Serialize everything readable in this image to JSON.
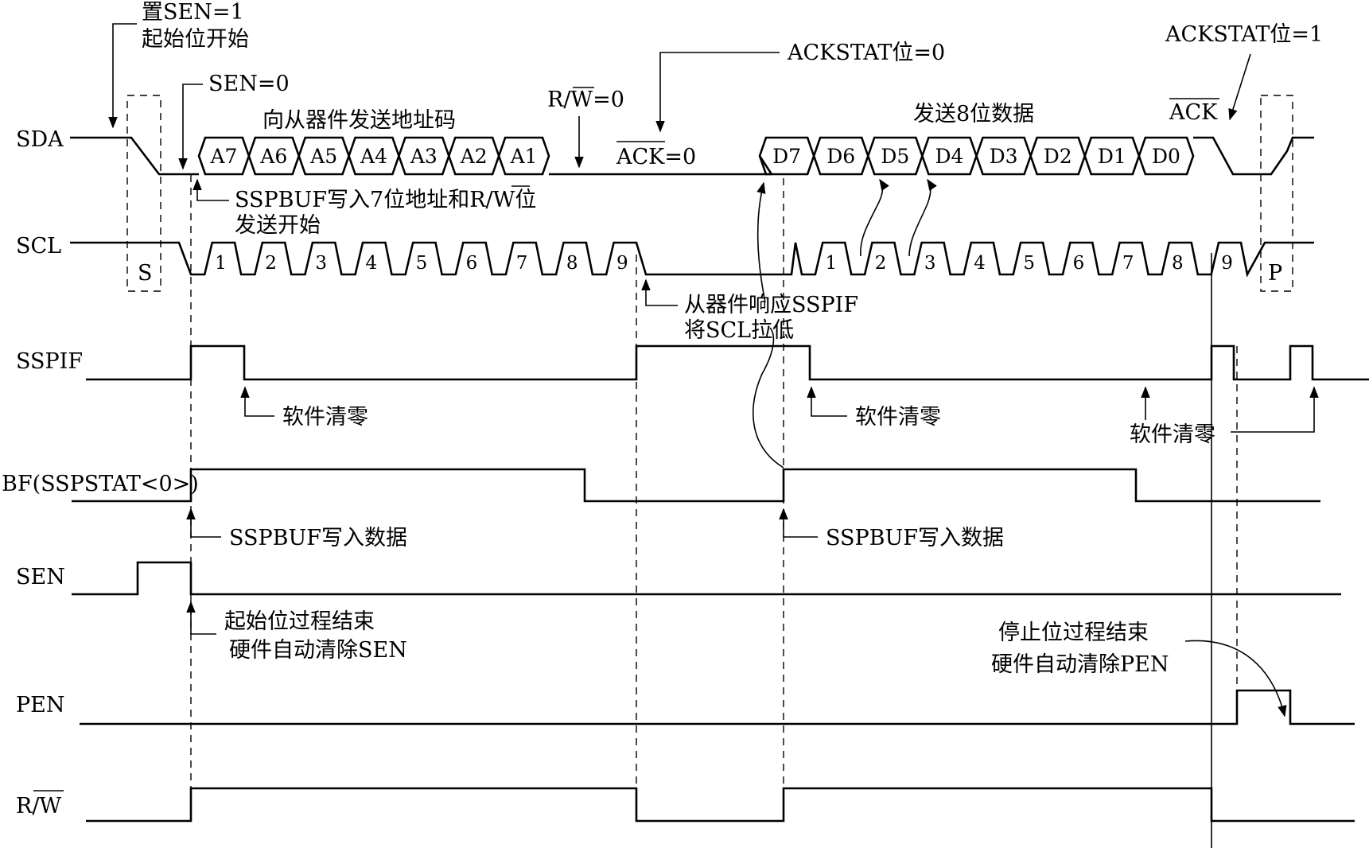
{
  "signals": {
    "sda": "SDA",
    "scl": "SCL",
    "sspif": "SSPIF",
    "bf": "BF(SSPSTAT<0>)",
    "sen": "SEN",
    "pen": "PEN",
    "rw": "R/W"
  },
  "address_bits": [
    "A7",
    "A6",
    "A5",
    "A4",
    "A3",
    "A2",
    "A1"
  ],
  "data_bits": [
    "D7",
    "D6",
    "D5",
    "D4",
    "D3",
    "D2",
    "D1",
    "D0"
  ],
  "clock_pulses_first": [
    "1",
    "2",
    "3",
    "4",
    "5",
    "6",
    "7",
    "8",
    "9"
  ],
  "clock_pulses_second": [
    "1",
    "2",
    "3",
    "4",
    "5",
    "6",
    "7",
    "8",
    "9"
  ],
  "markers": {
    "start": "S",
    "stop": "P"
  },
  "notes": {
    "set_sen": "置SEN=1",
    "start_begin": "起始位开始",
    "sen_zero": "SEN=0",
    "send_address": "向从器件发送地址码",
    "rw_zero": "R/W=0",
    "ack_zero": "ACK=0",
    "ackstat_0": "ACKSTAT位=0",
    "send_8bit": "发送8位数据",
    "ackstat_1": "ACKSTAT位=1",
    "ack": "ACK",
    "sspbuf_write_addr": "SSPBUF写入7位地址和R/W位",
    "send_start": "发送开始",
    "slave_respond": "从器件响应SSPIF",
    "pull_scl_low": "将SCL拉低",
    "sw_clear_1": "软件清零",
    "sw_clear_2": "软件清零",
    "sw_clear_3": "软件清零",
    "sspbuf_write_data_1": "SSPBUF写入数据",
    "sspbuf_write_data_2": "SSPBUF写入数据",
    "start_end": "起始位过程结束",
    "hw_clear_sen": "硬件自动清除SEN",
    "stop_end": "停止位过程结束",
    "hw_clear_pen": "硬件自动清除PEN"
  }
}
